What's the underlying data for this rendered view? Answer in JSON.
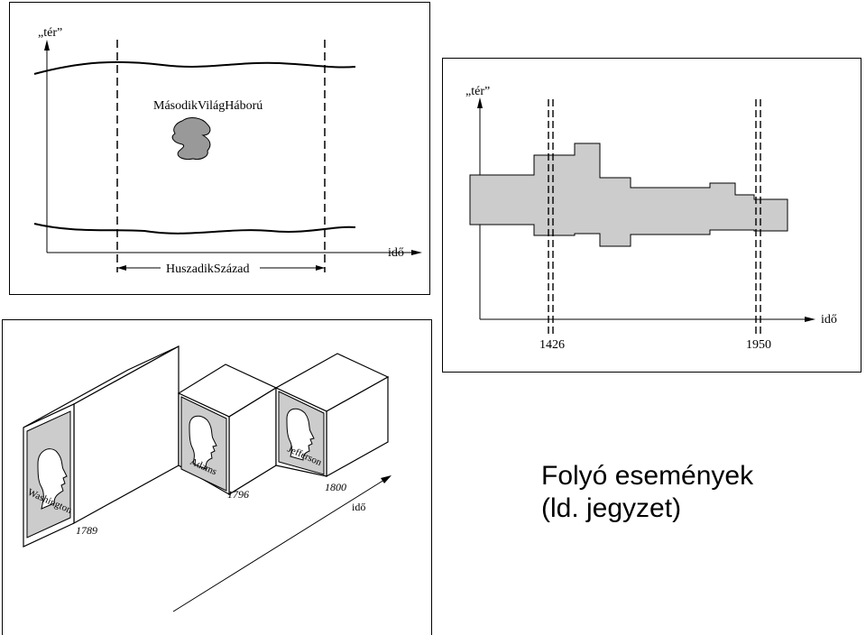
{
  "colors": {
    "ink": "#000000",
    "fill_dark": "#999999",
    "fill_light": "#cccccc",
    "paper": "#ffffff"
  },
  "panel_top_left": {
    "y_axis_label": "„tér”",
    "x_axis_label": "idő",
    "event_label": "MásodikVilágHáború",
    "interval_label": "HuszadikSzázad"
  },
  "panel_top_right": {
    "y_axis_label": "„tér”",
    "x_axis_label": "idő",
    "year_start": "1426",
    "year_end": "1950"
  },
  "panel_bottom_left": {
    "x_axis_label": "idő",
    "presidents": [
      "Washington",
      "Adams",
      "Jefferson"
    ],
    "years": [
      "1789",
      "1796",
      "1800"
    ]
  },
  "caption": {
    "line1": "Folyó események",
    "line2": "(ld. jegyzet)"
  }
}
